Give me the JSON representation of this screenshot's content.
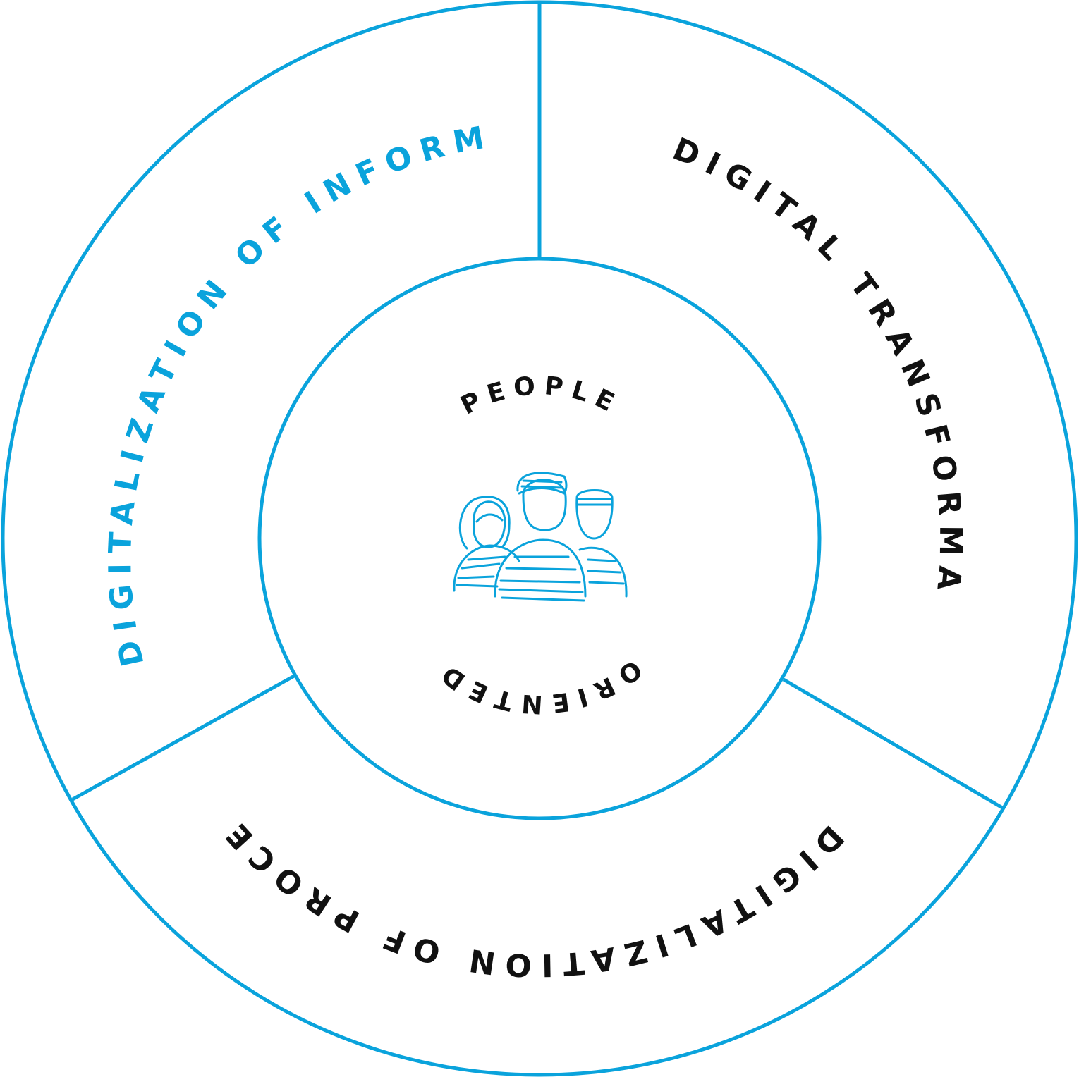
{
  "colors": {
    "accent": "#0aa3dc",
    "text_dark": "#111111",
    "background": "#ffffff"
  },
  "sections": {
    "information": {
      "label": "DIGITALIZATION OF INFORMATION"
    },
    "transformation": {
      "label": "DIGITAL TRANSFORMATION"
    },
    "processes": {
      "label": "DIGITALIZATION OF PROCESSES"
    }
  },
  "center": {
    "top_label": "PEOPLE",
    "bottom_label": "ORIENTED",
    "icon": "people-group-icon"
  }
}
